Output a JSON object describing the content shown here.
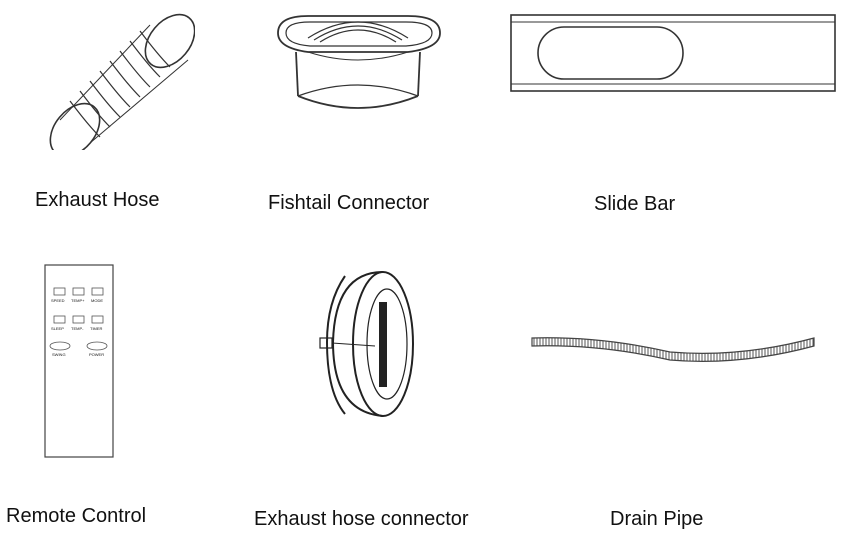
{
  "items": [
    {
      "label": "Exhaust Hose"
    },
    {
      "label": "Fishtail Connector"
    },
    {
      "label": "Slide Bar"
    },
    {
      "label": "Remote Control",
      "buttons": [
        "SPEED",
        "TEMP+",
        "MODE",
        "SLEEP",
        "TEMP-",
        "TIMER",
        "SWING",
        "POWER"
      ]
    },
    {
      "label": "Exhaust hose connector"
    },
    {
      "label": "Drain Pipe"
    }
  ]
}
